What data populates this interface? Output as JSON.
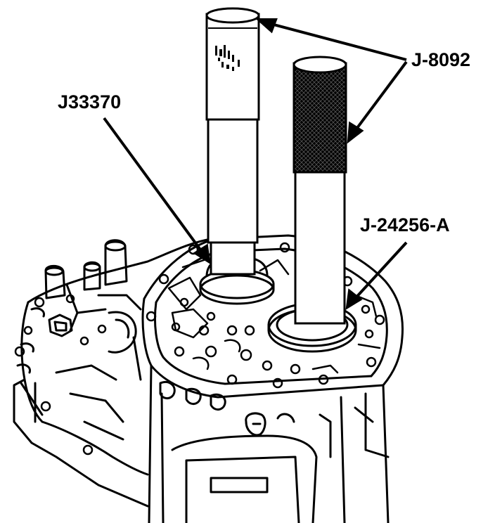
{
  "labels": {
    "j8092": "J-8092",
    "j33370": "J33370",
    "j24256a": "J-24256-A"
  },
  "colors": {
    "ink": "#000000",
    "paper": "#ffffff"
  }
}
